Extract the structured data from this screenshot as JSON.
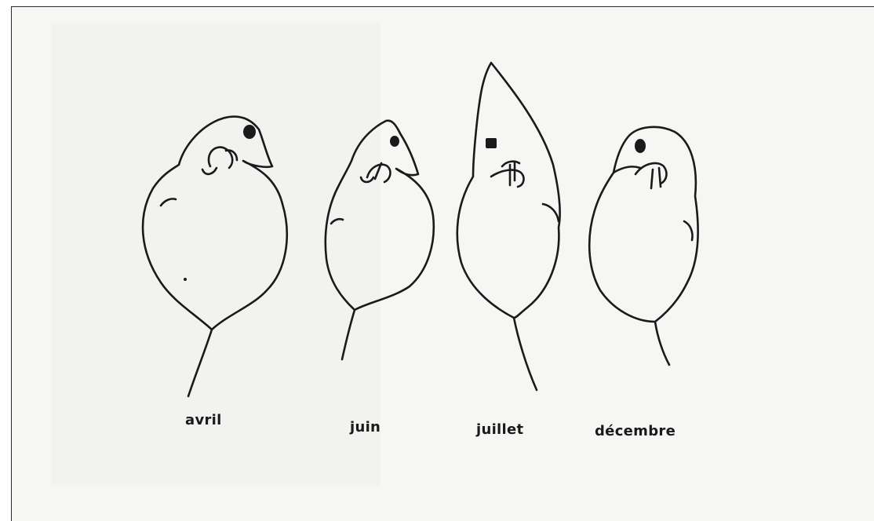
{
  "figure": {
    "panels": [
      {
        "id": "daphnia-april",
        "label": "avril"
      },
      {
        "id": "daphnia-june",
        "label": "juin"
      },
      {
        "id": "daphnia-july",
        "label": "juillet"
      },
      {
        "id": "daphnia-december",
        "label": "décembre"
      }
    ],
    "colors": {
      "ink": "#1a1a1a",
      "paper": "#f6f6f4",
      "border": "#2b2b2b"
    }
  }
}
